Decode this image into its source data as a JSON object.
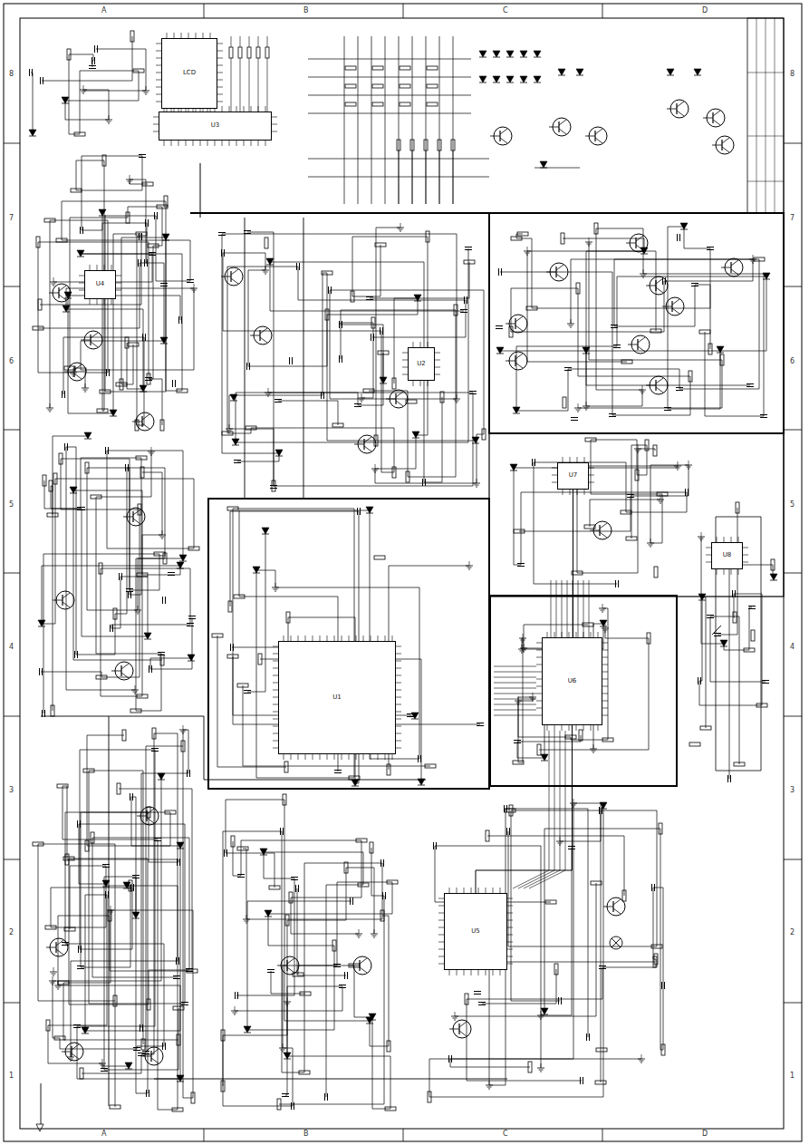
{
  "diagram": {
    "nodes": [
      {
        "text": [
          "LCD"
        ]
      },
      {
        "text": [
          "U3"
        ]
      },
      {
        "text": [
          "U4"
        ]
      },
      {
        "text": [
          "U2"
        ]
      },
      {
        "text": [
          "U7"
        ]
      },
      {
        "text": [
          "U8"
        ]
      },
      {
        "text": [
          "U1"
        ]
      },
      {
        "text": [
          "U6"
        ]
      },
      {
        "text": [
          "U5"
        ]
      }
    ],
    "edges": [
      {
        "from": 4,
        "to": 7,
        "arrow": "none"
      },
      {
        "from": 7,
        "to": 8,
        "arrow": "none"
      }
    ],
    "labels": [
      "A",
      "B",
      "C",
      "D",
      "A",
      "B",
      "C",
      "D",
      "8",
      "7",
      "6",
      "5",
      "4",
      "3",
      "2",
      "1",
      "8",
      "7",
      "6",
      "5",
      "4",
      "3",
      "2",
      "1"
    ]
  }
}
